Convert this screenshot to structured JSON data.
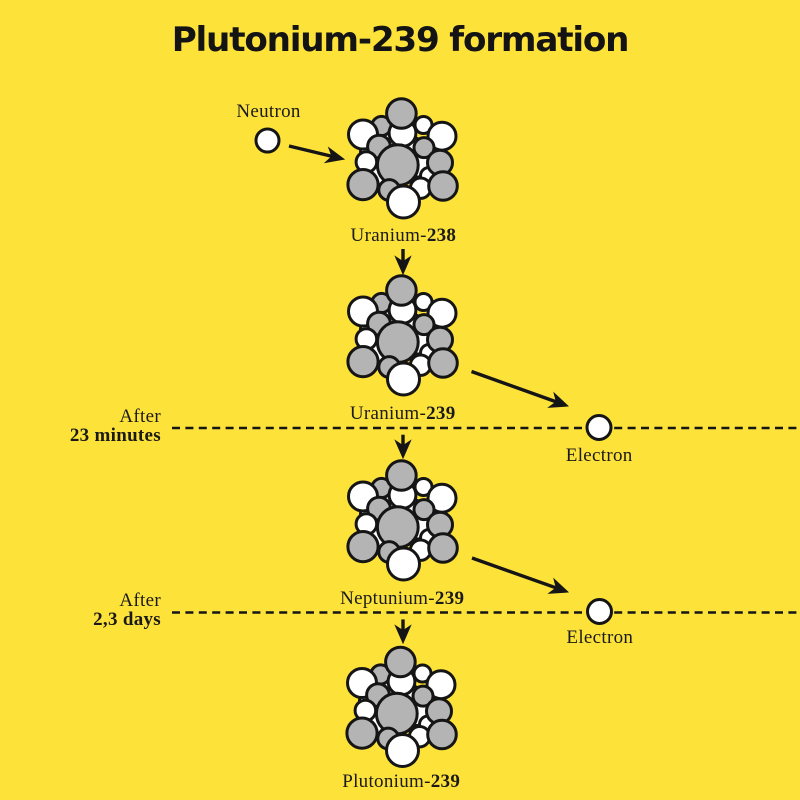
{
  "title": "Plutonium-239 formation",
  "particles": {
    "neutron_label": "Neutron",
    "electron_label_1": "Electron",
    "electron_label_2": "Electron"
  },
  "stages": [
    {
      "element": "Uranium-",
      "mass": "238"
    },
    {
      "element": "Uranium-",
      "mass": "239"
    },
    {
      "element": "Neptunium-",
      "mass": "239"
    },
    {
      "element": "Plutonium-",
      "mass": "239"
    }
  ],
  "timeline": [
    {
      "prefix": "After",
      "duration": "23 minutes"
    },
    {
      "prefix": "After",
      "duration": "2,3 days"
    }
  ],
  "colors": {
    "background": "#FDE23A",
    "nucleon_gray": "#B4B4B4",
    "nucleon_white": "#FFFFFF",
    "ink": "#151515"
  }
}
